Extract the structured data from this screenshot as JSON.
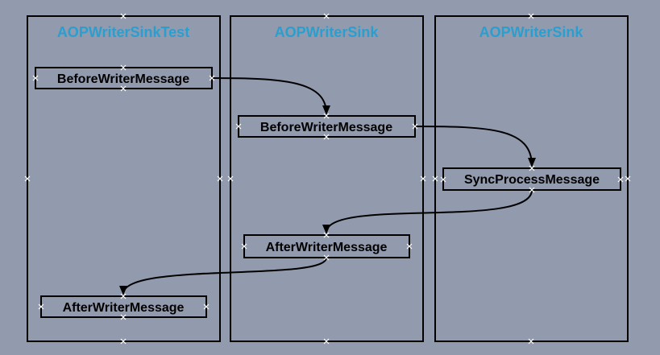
{
  "diagram": {
    "background": "#929aae",
    "title_color": "#2a9fcf",
    "lanes": [
      {
        "title": "AOPWriterSinkTest",
        "boxes": [
          "BeforeWriterMessage",
          "AfterWriterMessage"
        ]
      },
      {
        "title": "AOPWriterSink",
        "boxes": [
          "BeforeWriterMessage",
          "AfterWriterMessage"
        ]
      },
      {
        "title": "AOPWriterSink",
        "boxes": [
          "SyncProcessMessage"
        ]
      }
    ]
  }
}
